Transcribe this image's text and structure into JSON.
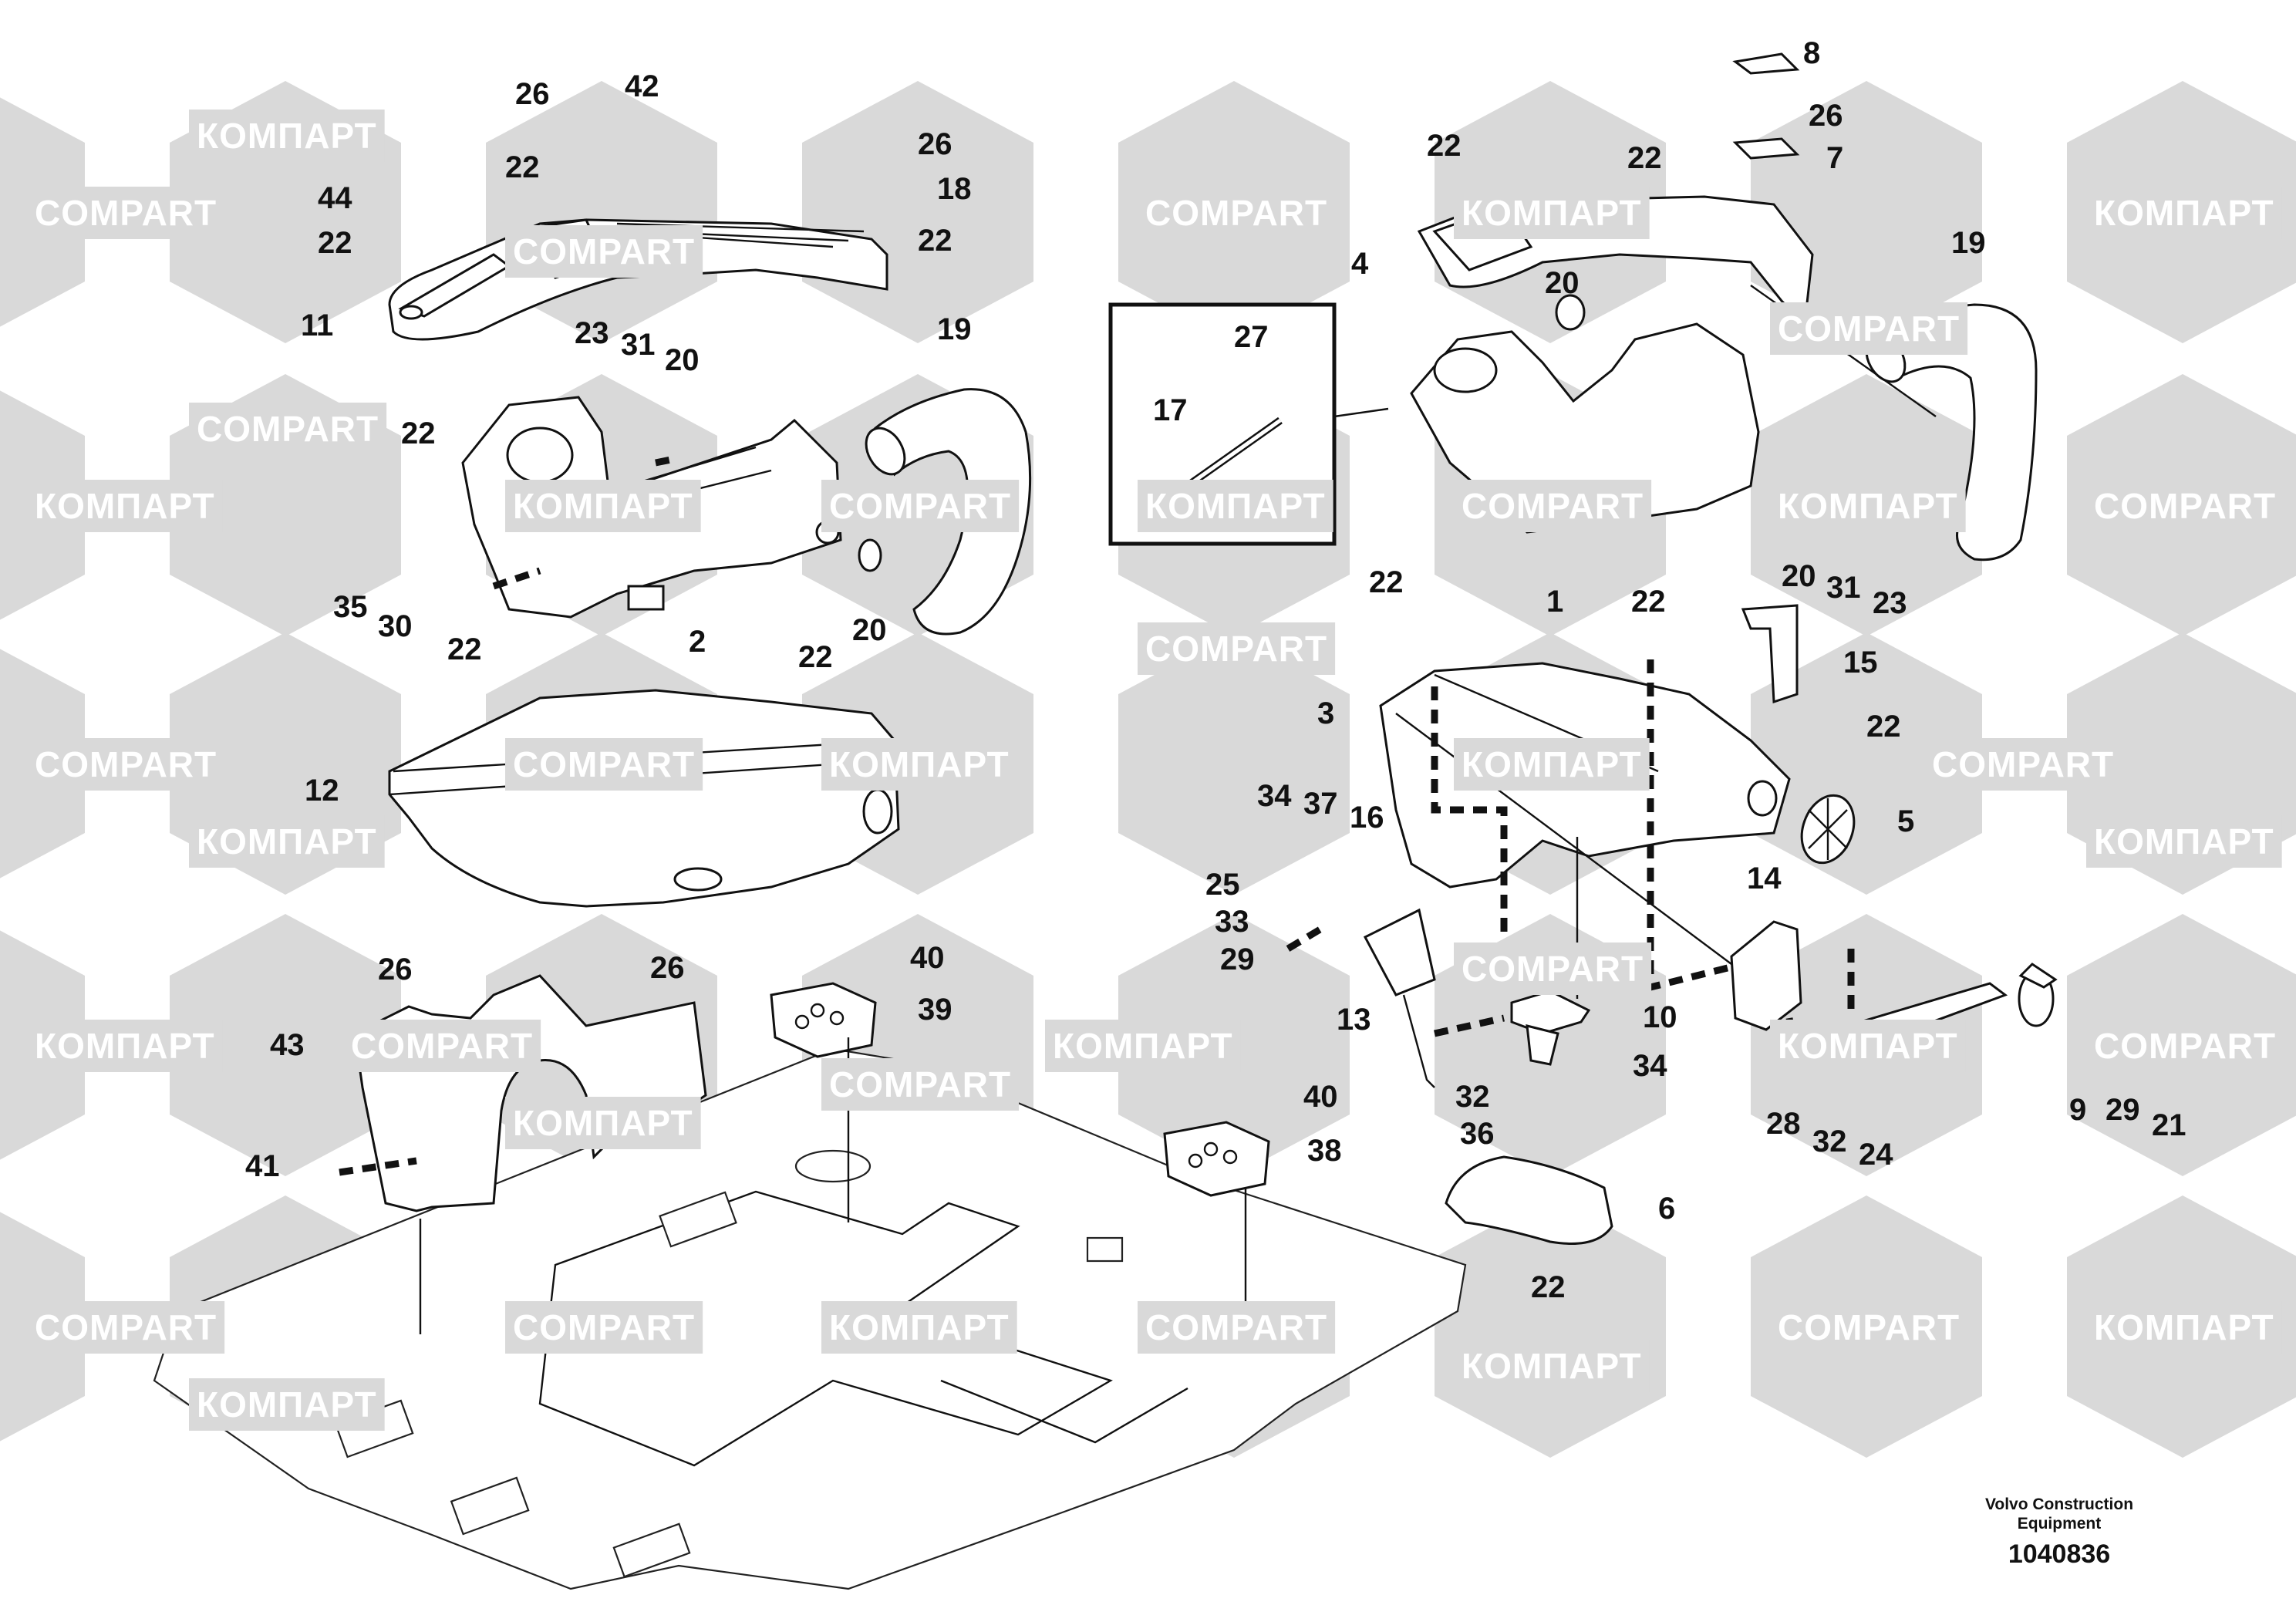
{
  "watermark": {
    "brand_latin": "COMPART",
    "brand_cyrillic": "КОМПАРТ",
    "color": "#d9d9d9"
  },
  "footer": {
    "company_line1": "Volvo Construction",
    "company_line2": "Equipment",
    "drawing_number": "1040836"
  },
  "callouts": {
    "c26a": "26",
    "c42": "42",
    "c22a": "22",
    "c44": "44",
    "c22b": "22",
    "c11": "11",
    "c26b": "26",
    "c18": "18",
    "c22c": "22",
    "c23a": "23",
    "c31a": "31",
    "c20a": "20",
    "c19a": "19",
    "c22d": "22",
    "c35": "35",
    "c30": "30",
    "c22e": "22",
    "c2": "2",
    "c22f": "22",
    "c20b": "20",
    "c12": "12",
    "c26c": "26",
    "c26d": "26",
    "c43": "43",
    "c41": "41",
    "c40a": "40",
    "c39": "39",
    "c40b": "40",
    "c38": "38",
    "c8": "8",
    "c26e": "26",
    "c7": "7",
    "c22g": "22",
    "c22h": "22",
    "c4": "4",
    "c27": "27",
    "c17": "17",
    "c20c": "20",
    "c19b": "19",
    "c22i": "22",
    "c1": "1",
    "c22j": "22",
    "c20d": "20",
    "c31b": "31",
    "c23b": "23",
    "c15": "15",
    "c22k": "22",
    "c3": "3",
    "c5": "5",
    "c34a": "34",
    "c37": "37",
    "c16": "16",
    "c25": "25",
    "c33": "33",
    "c29a": "29",
    "c14": "14",
    "c13": "13",
    "c10": "10",
    "c34b": "34",
    "c32a": "32",
    "c36": "36",
    "c9": "9",
    "c29b": "29",
    "c21": "21",
    "c28": "28",
    "c32b": "32",
    "c24": "24",
    "c6": "6",
    "c22l": "22"
  }
}
